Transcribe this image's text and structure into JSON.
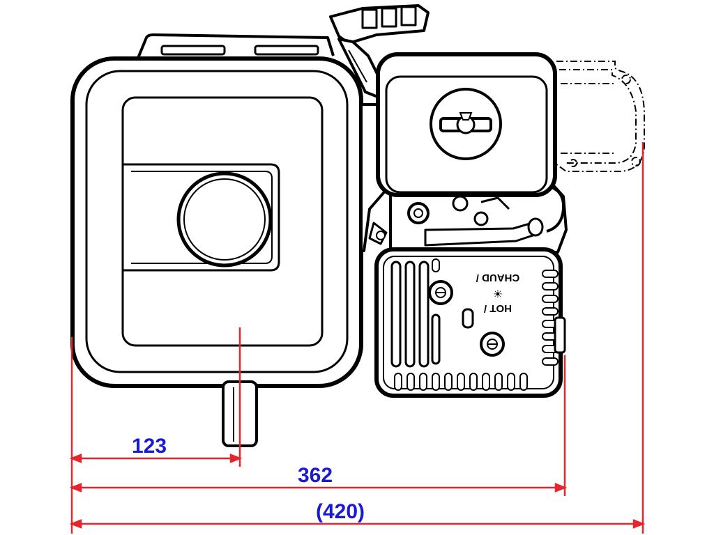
{
  "dimensions": {
    "shaft_offset": "123",
    "overall_width": "362",
    "overall_width_with_muffler_option": "(420)"
  },
  "muffler_label": {
    "line1": "HOT /",
    "line2": "CHAUD /"
  },
  "colors": {
    "line": "#000000",
    "dimension_line": "#e8252b",
    "dimension_text": "#1a1ad0",
    "background": "#ffffff"
  }
}
